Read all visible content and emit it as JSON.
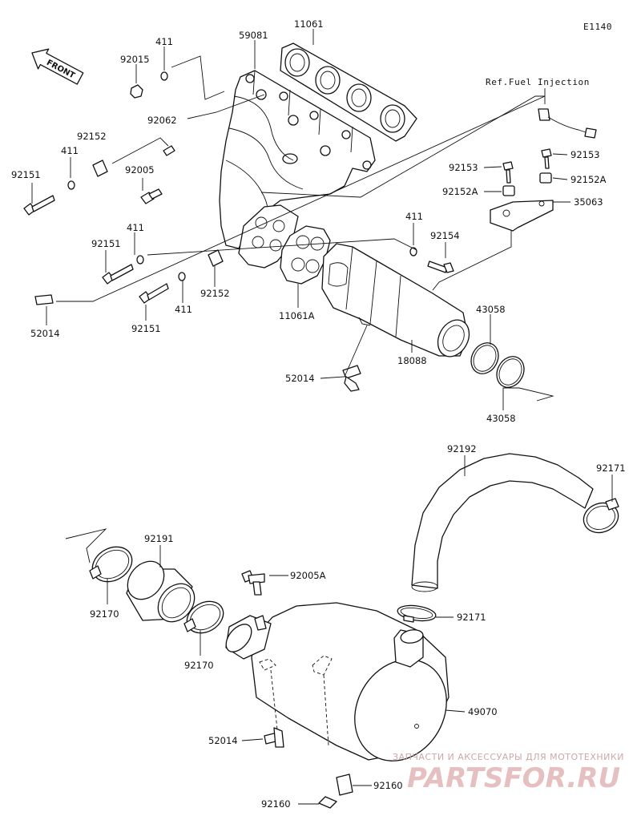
{
  "diagram_code": "E1140",
  "front_label": "FRONT",
  "ref_note": "Ref.Fuel Injection",
  "watermark": {
    "line1": "ЗАПЧАСТИ И АКСЕССУАРЫ ДЛЯ МОТОТЕХНИКИ",
    "line2": "PARTSFOR.RU"
  },
  "labels": {
    "l11061": "11061",
    "l59081": "59081",
    "l411_a": "411",
    "l92015": "92015",
    "l92062": "92062",
    "l92152_a": "92152",
    "l411_b": "411",
    "l92151_a": "92151",
    "l92005": "92005",
    "l92153_a": "92153",
    "l92153_b": "92153",
    "l92152A_a": "92152A",
    "l92152A_b": "92152A",
    "l35063": "35063",
    "l411_c": "411",
    "l92154": "92154",
    "l411_d": "411",
    "l92151_b": "92151",
    "l92152_b": "92152",
    "l11061A": "11061A",
    "l52014_a": "52014",
    "l92151_c": "92151",
    "l411_e": "411",
    "l43058_a": "43058",
    "l43058_b": "43058",
    "l18088": "18088",
    "l52014_b": "52014",
    "l92192": "92192",
    "l92171_a": "92171",
    "l92191": "92191",
    "l92005A": "92005A",
    "l92170_a": "92170",
    "l92170_b": "92170",
    "l92171_b": "92171",
    "l49070": "49070",
    "l52014_c": "52014",
    "l92160_a": "92160",
    "l92160_b": "92160"
  }
}
